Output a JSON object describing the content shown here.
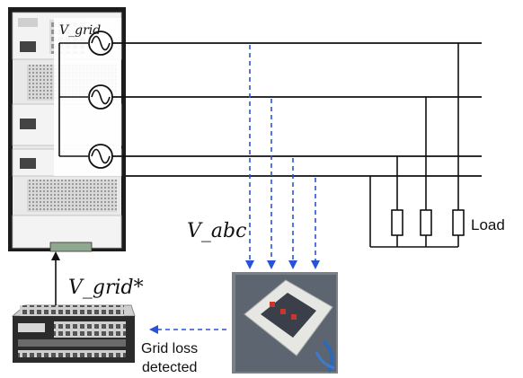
{
  "labels": {
    "vgrid_source": "V_grid",
    "vabc": "V_abc",
    "vgrid_ref": "V_grid*",
    "load": "Load",
    "grid_loss_line1": "Grid loss",
    "grid_loss_line2": "detected"
  },
  "colors": {
    "wire": "#111111",
    "measurement_arrow": "#2a52d6",
    "cabinet_frame": "#1c1c1c",
    "panel": "#e9e9e9"
  },
  "icons": {
    "ac_source": "sine-wave-source-icon",
    "resistor": "resistor-icon"
  }
}
